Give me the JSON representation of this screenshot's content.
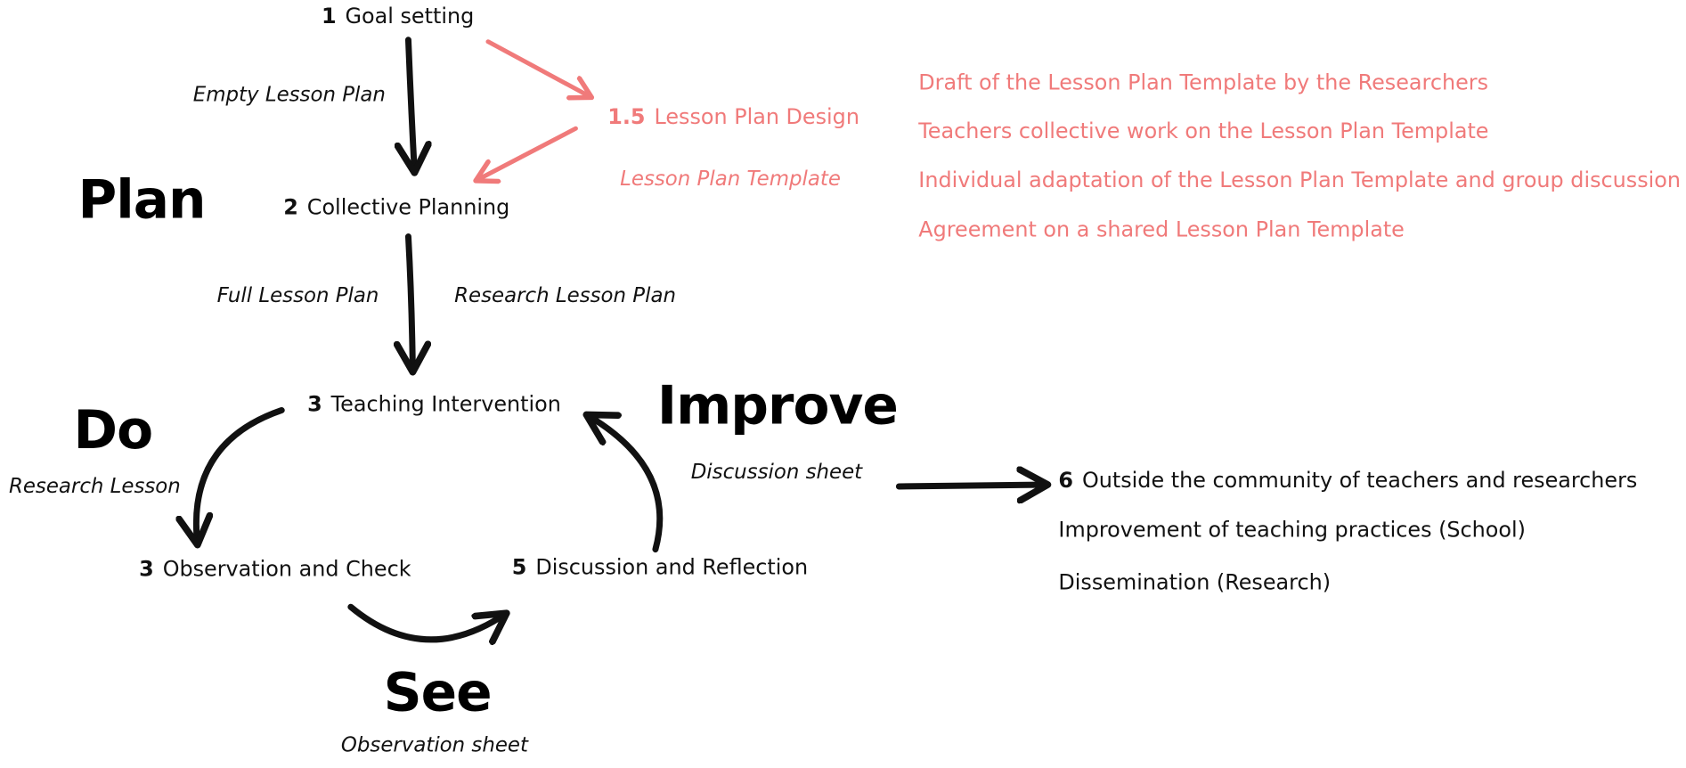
{
  "colors": {
    "ink": "#111111",
    "accent": "#f07a7a"
  },
  "phases": {
    "plan": "Plan",
    "do": "Do",
    "see": "See",
    "improve": "Improve"
  },
  "nodes": {
    "goal": {
      "num": "1",
      "title": "Goal setting"
    },
    "design": {
      "num": "1.5",
      "title": "Lesson Plan Design"
    },
    "planning": {
      "num": "2",
      "title": "Collective Planning"
    },
    "teaching": {
      "num": "3",
      "title": "Teaching Intervention"
    },
    "observation": {
      "num": "3",
      "title": "Observation and Check"
    },
    "discussion": {
      "num": "5",
      "title": "Discussion and Reflection"
    },
    "outside": {
      "num": "6",
      "title": "Outside the community of teachers and researchers"
    }
  },
  "artifacts": {
    "empty_plan": "Empty Lesson Plan",
    "template": "Lesson Plan Template",
    "full_plan": "Full Lesson Plan",
    "research_plan": "Research Lesson Plan",
    "research_lesson": "Research Lesson",
    "discussion_sheet": "Discussion sheet",
    "observation_sheet": "Observation sheet"
  },
  "design_steps": [
    "Draft of the Lesson Plan Template by the Researchers",
    "Teachers collective work on the Lesson Plan Template",
    "Individual adaptation of the Lesson Plan Template and group discussion",
    "Agreement on a shared Lesson Plan Template"
  ],
  "outcomes": [
    "Improvement of teaching practices (School)",
    "Dissemination (Research)"
  ]
}
